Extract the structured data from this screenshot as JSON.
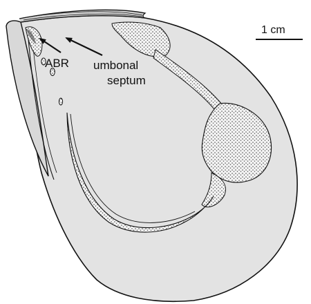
{
  "labels": {
    "abr": "ABR",
    "umbonal_septum_line1": "umbonal",
    "umbonal_septum_line2": "septum"
  },
  "scale_bar": {
    "label": "1 cm"
  },
  "colors": {
    "shell_fill": "#e3e3e3",
    "outline": "#111111",
    "stipple": "#555555",
    "background": "#ffffff"
  }
}
